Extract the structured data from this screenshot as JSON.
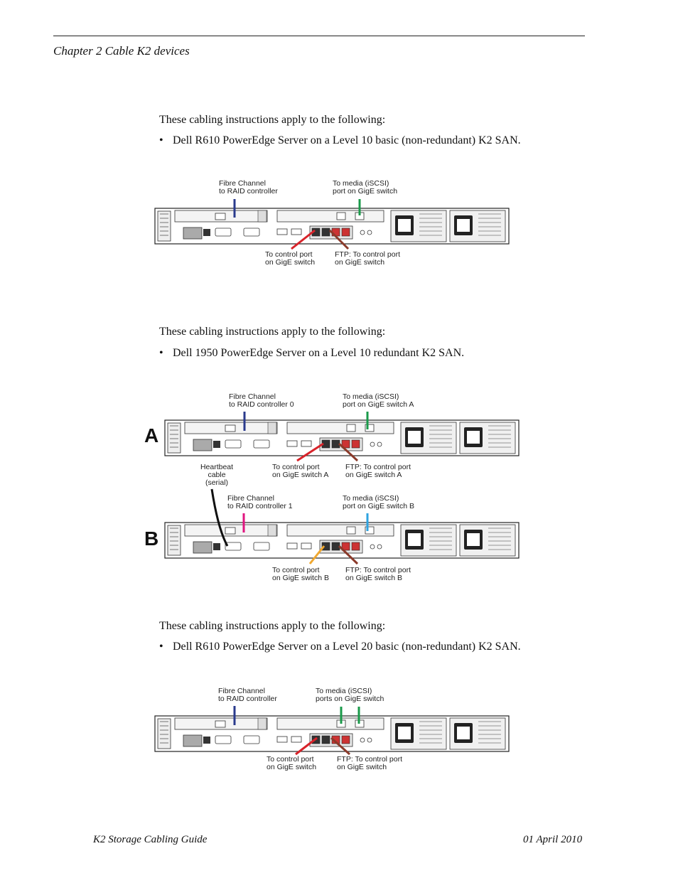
{
  "header": {
    "chapter": "Chapter 2   Cable K2 devices"
  },
  "sections": [
    {
      "intro": "These cabling instructions apply to the following:",
      "bullet": "Dell R610 PowerEdge Server on a Level 10 basic (non-redundant) K2 SAN.",
      "labels": {
        "fc": "Fibre Channel\nto RAID controller",
        "media": "To media (iSCSI)\nport on GigE switch",
        "control": "To control port\non GigE switch",
        "ftp": "FTP: To control port\non GigE switch"
      }
    },
    {
      "intro": "These cabling instructions apply to the following:",
      "bullet": "Dell 1950 PowerEdge Server on a Level 10 redundant K2 SAN.",
      "server_a": "A",
      "server_b": "B",
      "labels_a": {
        "fc": "Fibre Channel\nto RAID controller 0",
        "media": "To media (iSCSI)\nport on GigE switch A",
        "control": "To control port\non GigE switch A",
        "ftp": "FTP: To control port\non GigE switch A"
      },
      "heartbeat": "Heartbeat\ncable\n(serial)",
      "labels_b": {
        "fc": "Fibre Channel\nto RAID controller 1",
        "media": "To media (iSCSI)\nport on GigE switch B",
        "control": "To control port\non GigE switch B",
        "ftp": "FTP: To control port\non GigE switch B"
      }
    },
    {
      "intro": "These cabling instructions apply to the following:",
      "bullet": "Dell R610 PowerEdge Server on a Level 20 basic (non-redundant) K2 SAN.",
      "labels": {
        "fc": "Fibre Channel\nto RAID controller",
        "media": "To media (iSCSI)\nports on GigE switch",
        "control": "To control port\non GigE switch",
        "ftp": "FTP: To control port\non GigE switch"
      }
    }
  ],
  "footer": {
    "left": "K2 Storage Cabling Guide",
    "right": "01 April 2010"
  },
  "colors": {
    "fibre": "#2a3a8c",
    "media": "#1a9a4a",
    "control": "#d8232a",
    "ftp": "#8b3a2a",
    "fibre_b": "#e0157f",
    "media_b": "#2ea3e0",
    "control_b": "#f0a830",
    "heartbeat": "#111111"
  },
  "bullet_char": "•"
}
